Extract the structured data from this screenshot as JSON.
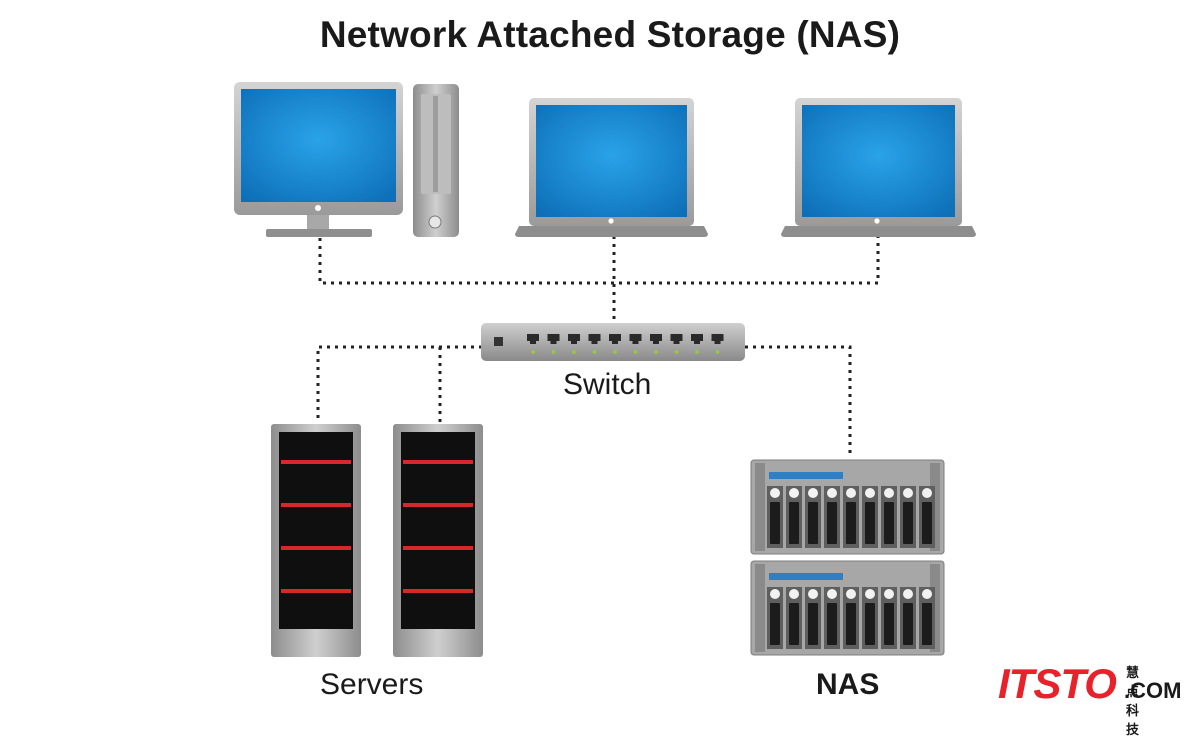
{
  "title": "Network Attached Storage (NAS)",
  "labels": {
    "switch": "Switch",
    "servers": "Servers",
    "nas": "NAS"
  },
  "watermark": {
    "main": "ITSTO",
    "dot_com": ".COM",
    "cn": "慧点科技"
  },
  "colors": {
    "screen": "#1e8fd6",
    "device_gray": "#b8b8b8",
    "dark_gray": "#6b6b6b",
    "rack_black": "#0f0f0f",
    "rack_red": "#d62828",
    "nas_blue": "#2f7fc4",
    "switch_led": "#9acd32",
    "watermark_red": "#e8222a"
  },
  "icons": {
    "desktop": "desktop-computer-icon",
    "tower": "pc-tower-icon",
    "laptop": "laptop-icon",
    "switch": "network-switch-icon",
    "server": "server-rack-icon",
    "nas": "nas-unit-icon"
  }
}
